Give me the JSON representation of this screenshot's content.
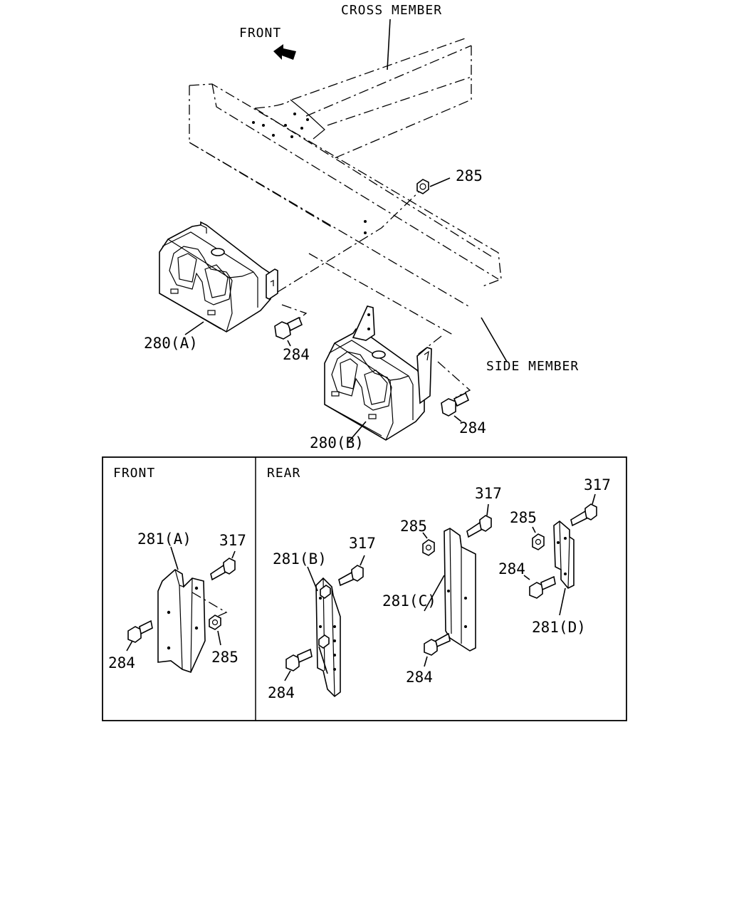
{
  "callouts": {
    "cross_member": "CROSS MEMBER",
    "front_arrow": "FRONT",
    "side_member": "SIDE MEMBER"
  },
  "upper_parts": {
    "p285": "285",
    "p280a": "280(A)",
    "p284a": "284",
    "p280b": "280(B)",
    "p284b": "284"
  },
  "detail_box": {
    "front_title": "FRONT",
    "rear_title": "REAR",
    "front": {
      "p281a": "281(A)",
      "p317": "317",
      "p284": "284",
      "p285": "285"
    },
    "rear_b": {
      "p281b": "281(B)",
      "p317": "317",
      "p284": "284"
    },
    "rear_c": {
      "p285": "285",
      "p317": "317",
      "p281c": "281(C)",
      "p284": "284"
    },
    "rear_d": {
      "p317": "317",
      "p285": "285",
      "p284": "284",
      "p281d": "281(D)"
    }
  }
}
